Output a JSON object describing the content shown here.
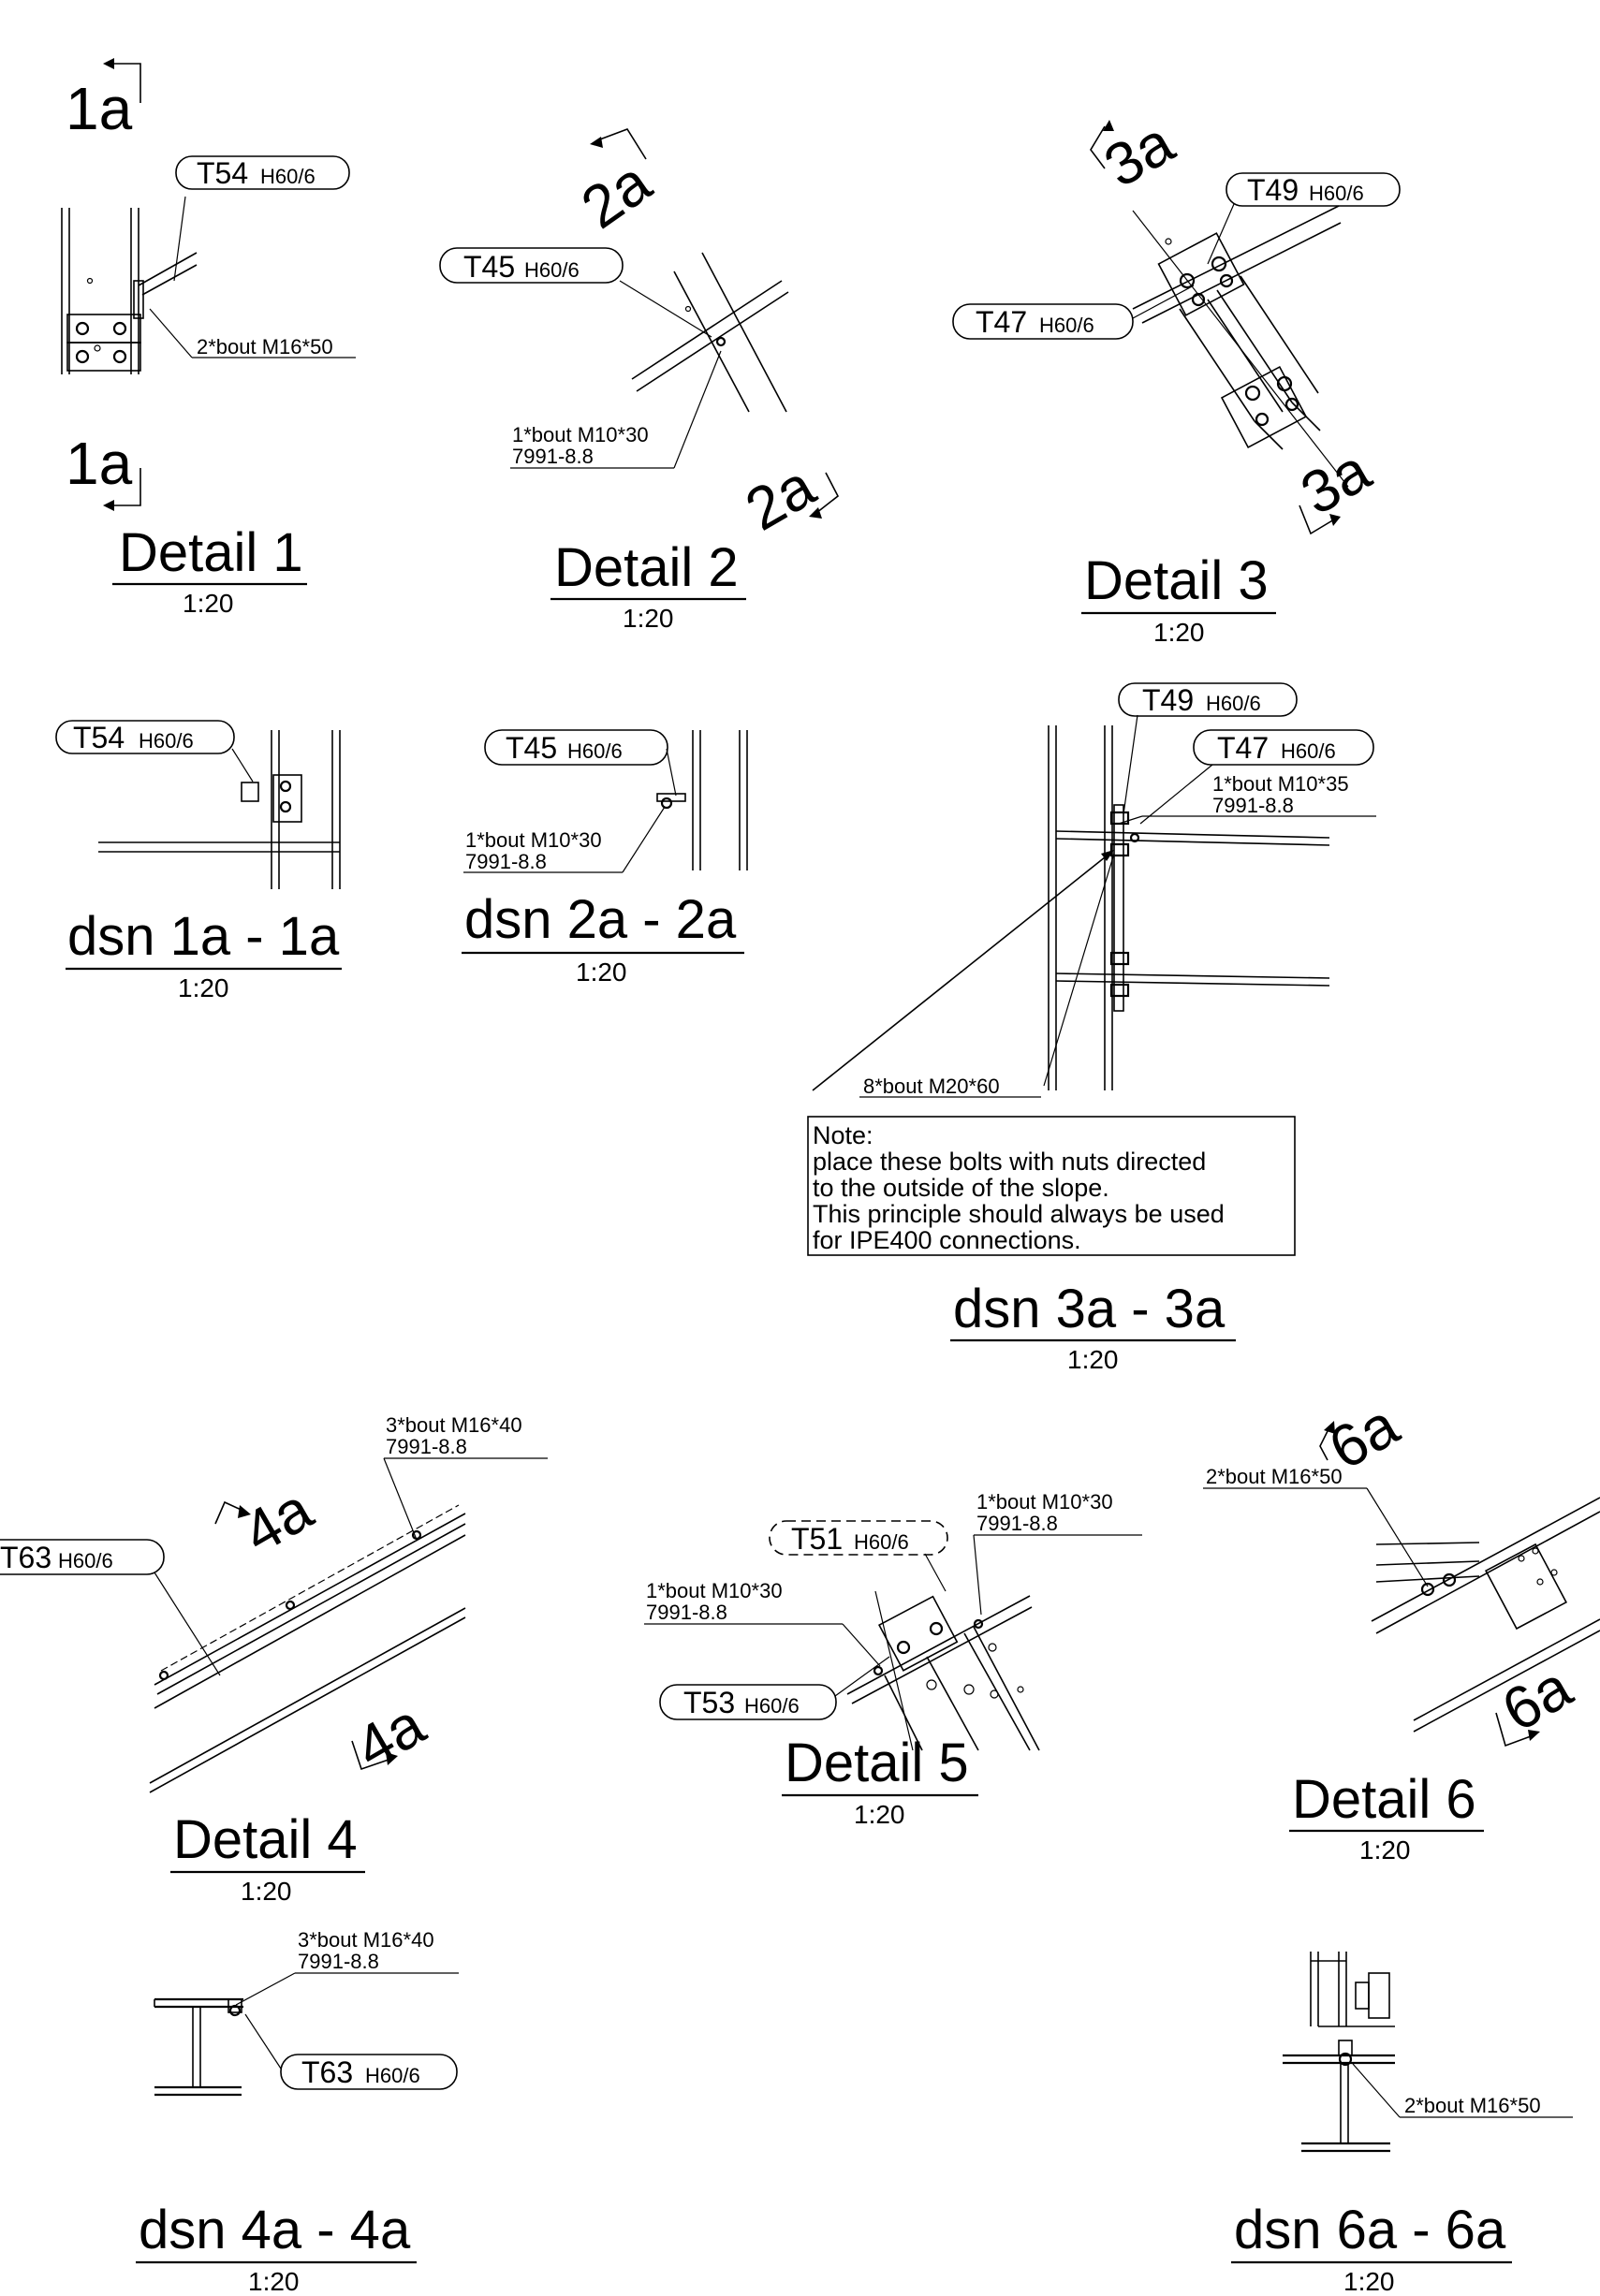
{
  "details": {
    "d1": {
      "title": "Detail 1",
      "scale": "1:20",
      "section_top": "1a",
      "section_bottom": "1a",
      "tag": {
        "id": "T54",
        "grade": "H60/6"
      },
      "bolt": "2*bout M16*50"
    },
    "d2": {
      "title": "Detail 2",
      "scale": "1:20",
      "section_top": "2a",
      "section_bottom": "2a",
      "tag": {
        "id": "T45",
        "grade": "H60/6"
      },
      "bolt_1": "1*bout M10*30",
      "bolt_2": "7991-8.8"
    },
    "d3": {
      "title": "Detail 3",
      "scale": "1:20",
      "section_top": "3a",
      "section_bottom": "3a",
      "tag_a": {
        "id": "T49",
        "grade": "H60/6"
      },
      "tag_b": {
        "id": "T47",
        "grade": "H60/6"
      }
    },
    "d4": {
      "title": "Detail 4",
      "scale": "1:20",
      "section_top": "4a",
      "section_bottom": "4a",
      "tag": {
        "id": "T63",
        "grade": "H60/6"
      },
      "bolt_1": "3*bout M16*40",
      "bolt_2": "7991-8.8"
    },
    "d5": {
      "title": "Detail 5",
      "scale": "1:20",
      "tag_a": {
        "id": "T51",
        "grade": "H60/6"
      },
      "tag_b": {
        "id": "T53",
        "grade": "H60/6"
      },
      "bolt_a1": "1*bout M10*30",
      "bolt_a2": "7991-8.8",
      "bolt_b1": "1*bout M10*30",
      "bolt_b2": "7991-8.8"
    },
    "d6": {
      "title": "Detail 6",
      "scale": "1:20",
      "section_top": "6a",
      "section_bottom": "6a",
      "bolt": "2*bout M16*50"
    }
  },
  "sections": {
    "s1": {
      "title": "dsn 1a - 1a",
      "scale": "1:20",
      "tag": {
        "id": "T54",
        "grade": "H60/6"
      }
    },
    "s2": {
      "title": "dsn 2a - 2a",
      "scale": "1:20",
      "tag": {
        "id": "T45",
        "grade": "H60/6"
      },
      "bolt_1": "1*bout M10*30",
      "bolt_2": "7991-8.8"
    },
    "s3": {
      "title": "dsn 3a - 3a",
      "scale": "1:20",
      "tag_a": {
        "id": "T49",
        "grade": "H60/6"
      },
      "tag_b": {
        "id": "T47",
        "grade": "H60/6"
      },
      "bolt_1": "1*bout M10*35",
      "bolt_2": "7991-8.8",
      "bolt_3": "8*bout M20*60",
      "note": [
        "Note:",
        "place these bolts with nuts directed",
        "to the outside of the slope.",
        "This principle should always be used",
        "for IPE400 connections."
      ]
    },
    "s4": {
      "title": "dsn 4a - 4a",
      "scale": "1:20",
      "tag": {
        "id": "T63",
        "grade": "H60/6"
      },
      "bolt_1": "3*bout M16*40",
      "bolt_2": "7991-8.8"
    },
    "s6": {
      "title": "dsn 6a - 6a",
      "scale": "1:20",
      "bolt": "2*bout M16*50"
    }
  }
}
